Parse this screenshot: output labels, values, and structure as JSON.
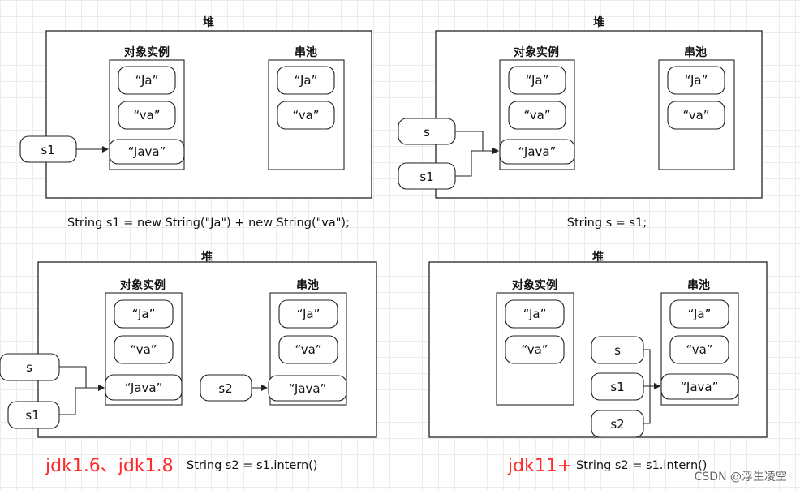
{
  "labels": {
    "heap": "堆",
    "instances": "对象实例",
    "pool": "串池",
    "ja": "“Ja”",
    "va": "“va”",
    "java": "“Java”",
    "s": "s",
    "s1": "s1",
    "s2": "s2"
  },
  "captions": {
    "p1": "String s1 = new String(\"Ja\") + new String(\"va\");",
    "p2": "String s = s1;",
    "p3": "String s2 = s1.intern()",
    "p4": "String s2 = s1.intern()"
  },
  "versions": {
    "p3": "jdk1.6、jdk1.8",
    "p4": "jdk11+"
  },
  "watermark": "CSDN @浮生凌空",
  "colors": {
    "version_text": "#ff2a2a"
  }
}
